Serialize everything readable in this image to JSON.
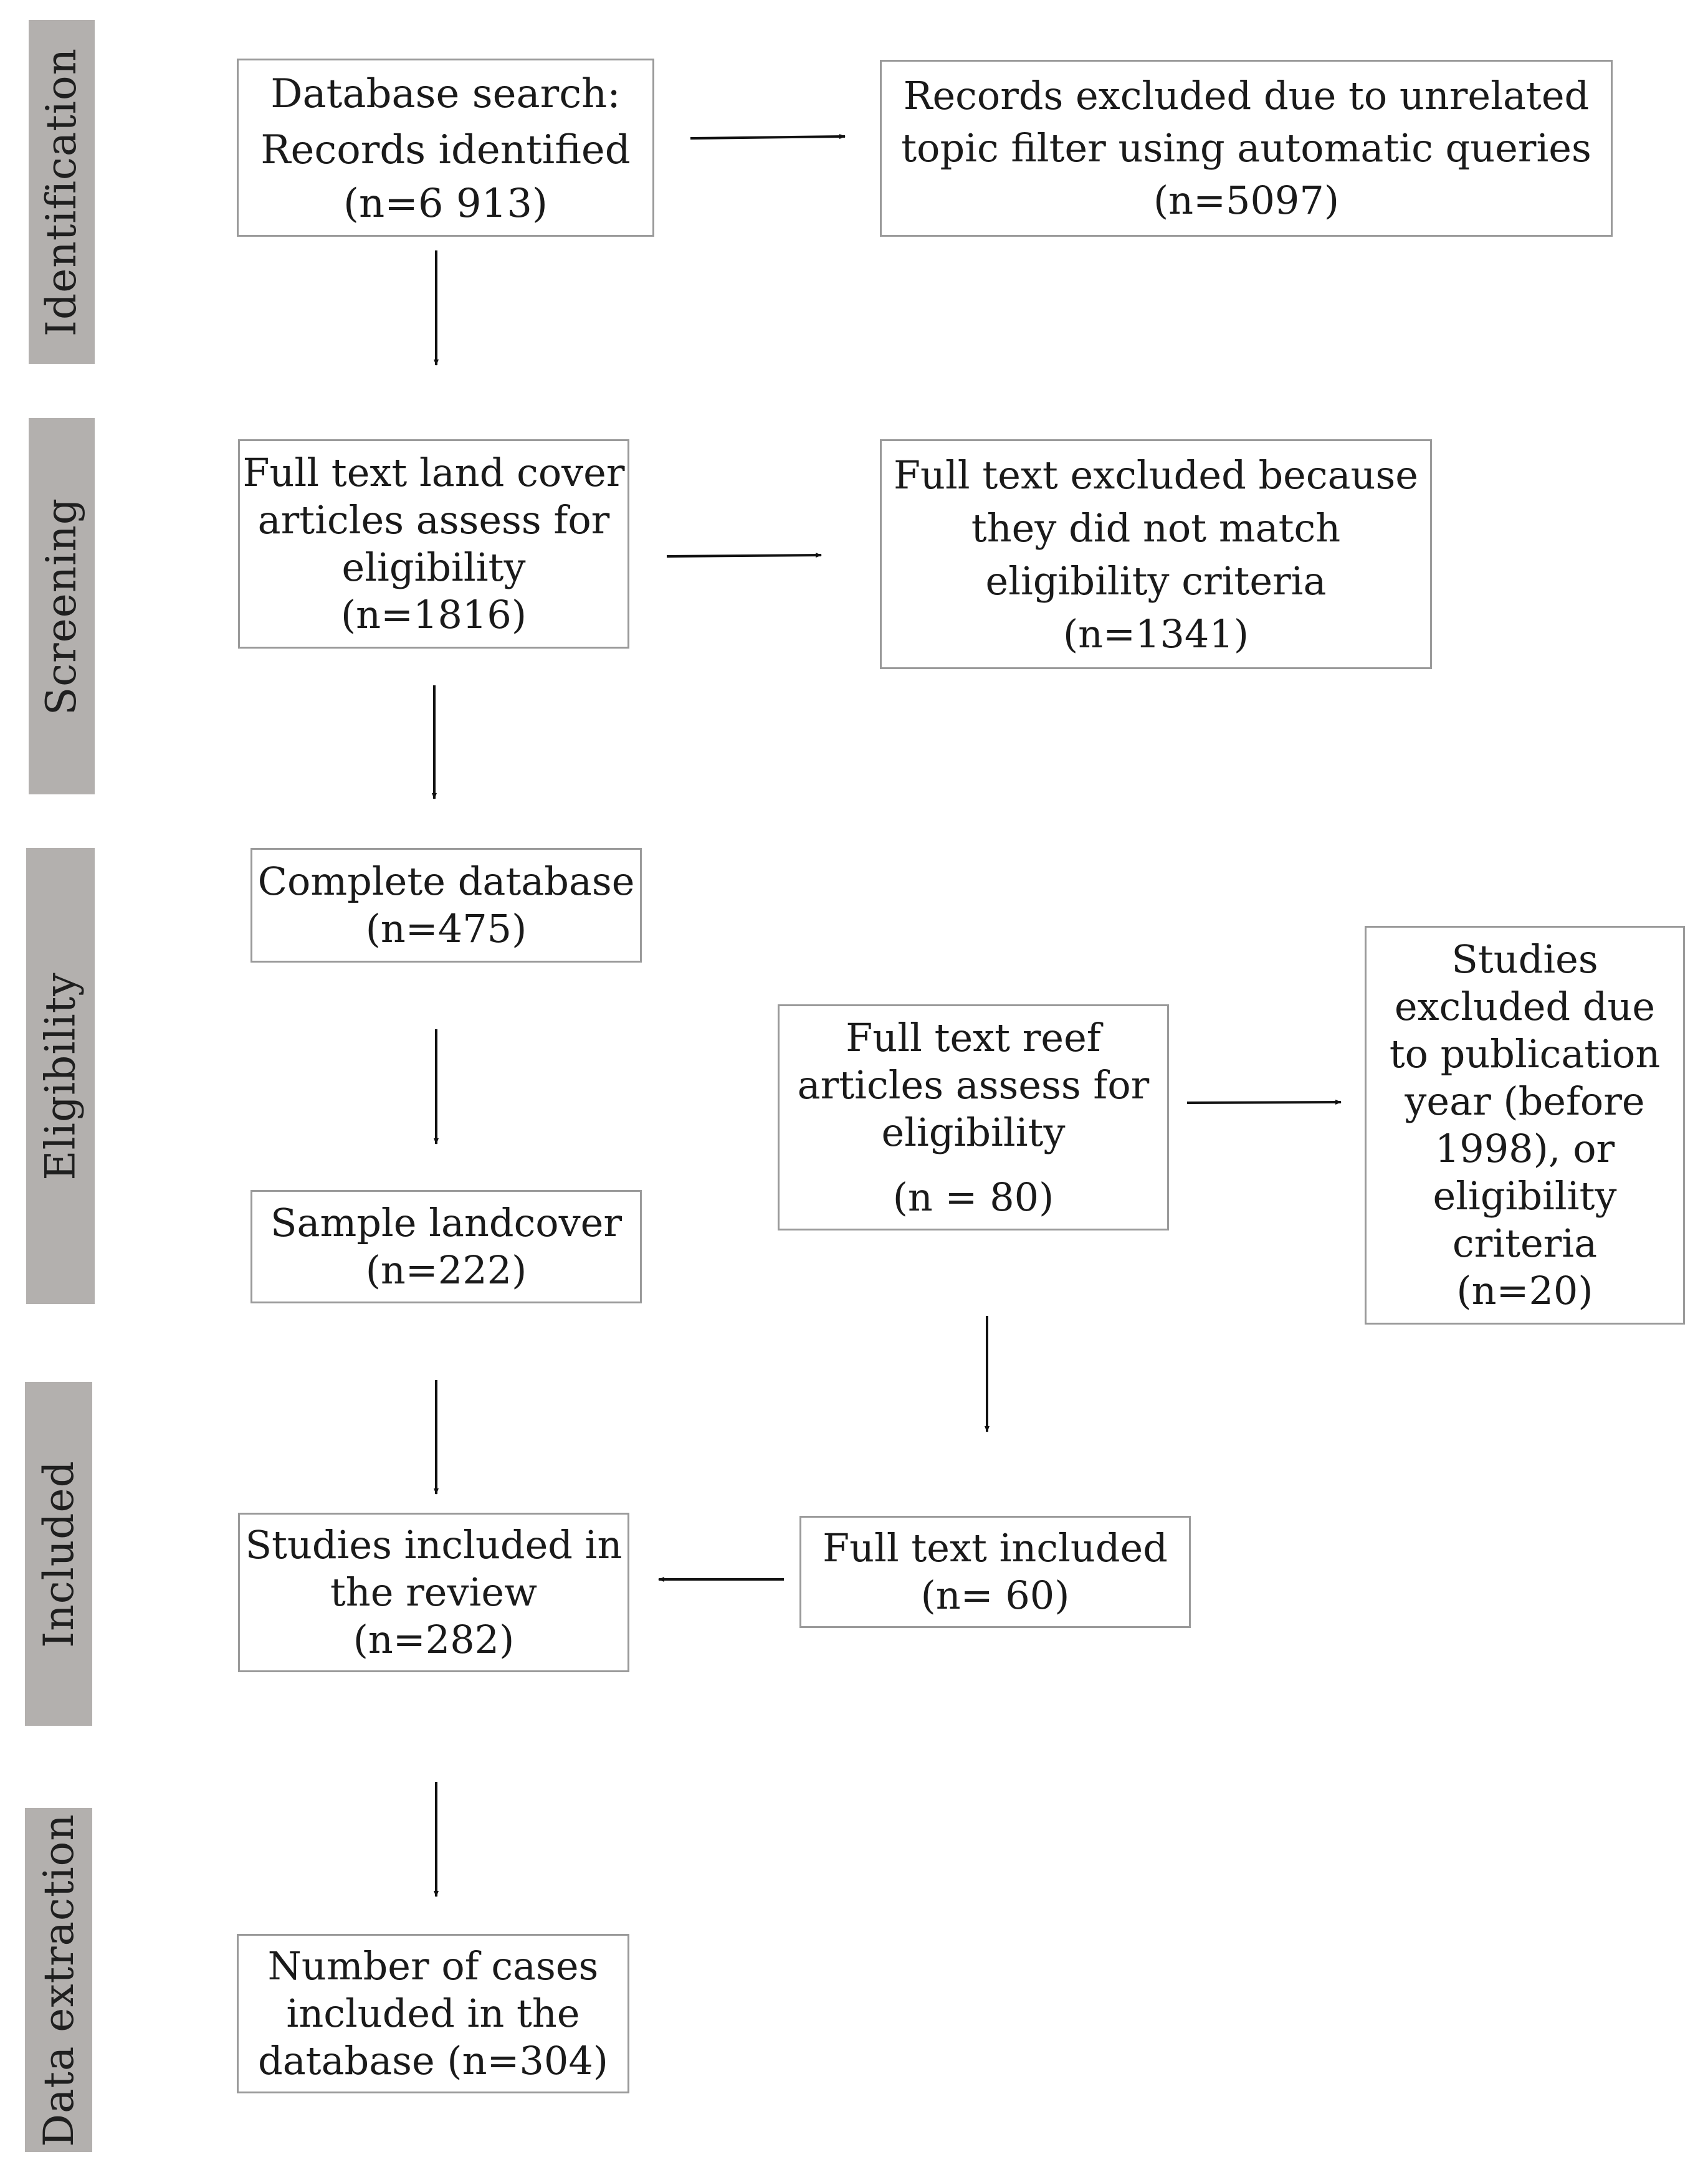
{
  "phases": {
    "identification": "Identification",
    "screening": "Screening",
    "eligibility": "Eligibility",
    "included": "Included",
    "data_extraction": "Data extraction"
  },
  "boxes": {
    "database_search": [
      "Database search:",
      "Records identified",
      "(n=6 913)"
    ],
    "records_excluded": [
      "Records excluded due to unrelated",
      "topic  filter using automatic queries",
      "(n=5097)"
    ],
    "full_text_land_cover": [
      "Full text land cover",
      "articles assess for",
      "eligibility",
      "(n=1816)"
    ],
    "full_text_excluded": [
      "Full text excluded because",
      "they did not match",
      "eligibility criteria",
      "(n=1341)"
    ],
    "complete_database": [
      "Complete database",
      "(n=475)"
    ],
    "sample_landcover": [
      "Sample landcover",
      "(n=222)"
    ],
    "full_text_reef": [
      "Full text reef",
      "articles assess for",
      "eligibility",
      "(n = 80)"
    ],
    "studies_excluded": [
      "Studies",
      "excluded due",
      "to publication",
      "year (before",
      "1998), or",
      "eligibility",
      "criteria",
      "(n=20)"
    ],
    "studies_included": [
      "Studies included in",
      "the review",
      "(n=282)"
    ],
    "full_text_included": [
      "Full text included",
      "(n= 60)"
    ],
    "number_of_cases": [
      "Number of cases",
      "included in the",
      "database (n=304)"
    ]
  },
  "colors": {
    "phase_fill": "#b3b0ae",
    "box_border": "#9a9a9a",
    "arrow": "#111111"
  }
}
